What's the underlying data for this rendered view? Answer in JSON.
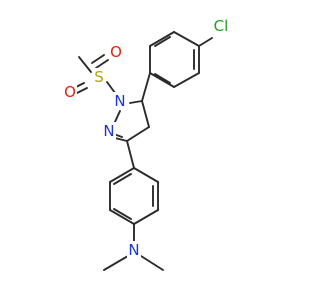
{
  "molecule": {
    "atoms": {
      "cl": {
        "text": "Cl",
        "color": "#1fa01f"
      },
      "s": {
        "text": "S",
        "color": "#b5a300"
      },
      "o1": {
        "text": "O",
        "color": "#e8200c"
      },
      "o2": {
        "text": "O",
        "color": "#e8200c"
      },
      "n1": {
        "text": "N",
        "color": "#1a33e6"
      },
      "n2": {
        "text": "N",
        "color": "#1a33e6"
      },
      "n3": {
        "text": "N",
        "color": "#1a33e6"
      }
    }
  }
}
